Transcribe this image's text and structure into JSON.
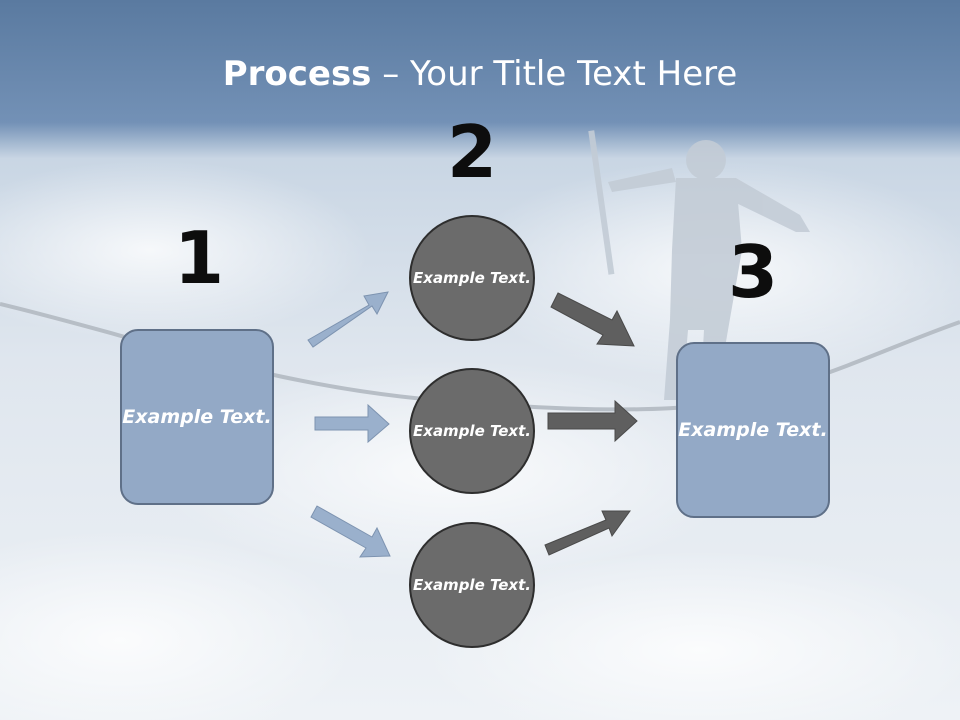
{
  "title": {
    "bold": "Process",
    "rest": " – Your Title Text Here"
  },
  "steps": [
    {
      "number": "1",
      "text": "Example Text."
    },
    {
      "number": "2",
      "text": "Example Text."
    },
    {
      "number": "3",
      "text": "Example Text."
    }
  ],
  "circles": [
    {
      "text": "Example Text."
    },
    {
      "text": "Example Text."
    },
    {
      "text": "Example Text."
    }
  ],
  "colors": {
    "box_fill": "#93a9c6",
    "circle_fill": "#6b6b6b",
    "light_arrow": "#93a9c6",
    "dark_arrow": "#5f5f5f",
    "title_band": "#6f8db3"
  }
}
